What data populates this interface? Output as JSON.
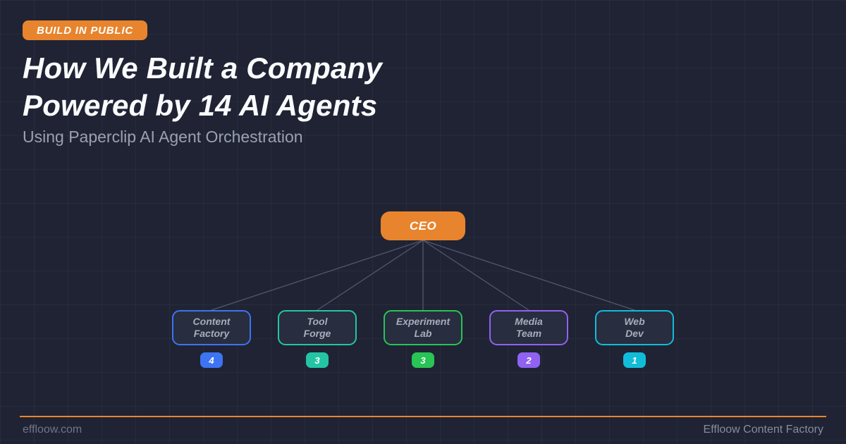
{
  "badge": {
    "label": "BUILD IN PUBLIC",
    "color": "#e8842d"
  },
  "title": {
    "line1": "How We Built a Company",
    "line2": "Powered by 14 AI Agents"
  },
  "subtitle": "Using Paperclip AI Agent Orchestration",
  "org_chart": {
    "root": {
      "label": "CEO",
      "color": "#e8842d"
    },
    "connector_color": "#5a6078",
    "children": [
      {
        "label_lines": [
          "Content",
          "Factory"
        ],
        "agent_count": "4",
        "color": "#3d74f1"
      },
      {
        "label_lines": [
          "Tool",
          "Forge"
        ],
        "agent_count": "3",
        "color": "#24c5a4"
      },
      {
        "label_lines": [
          "Experiment",
          "Lab"
        ],
        "agent_count": "3",
        "color": "#28c455"
      },
      {
        "label_lines": [
          "Media",
          "Team"
        ],
        "agent_count": "2",
        "color": "#8f62f2"
      },
      {
        "label_lines": [
          "Web",
          "Dev"
        ],
        "agent_count": "1",
        "color": "#12bcd9"
      }
    ]
  },
  "footer": {
    "left": "effloow.com",
    "right": "Effloow Content Factory",
    "line_color": "#e8872b"
  }
}
